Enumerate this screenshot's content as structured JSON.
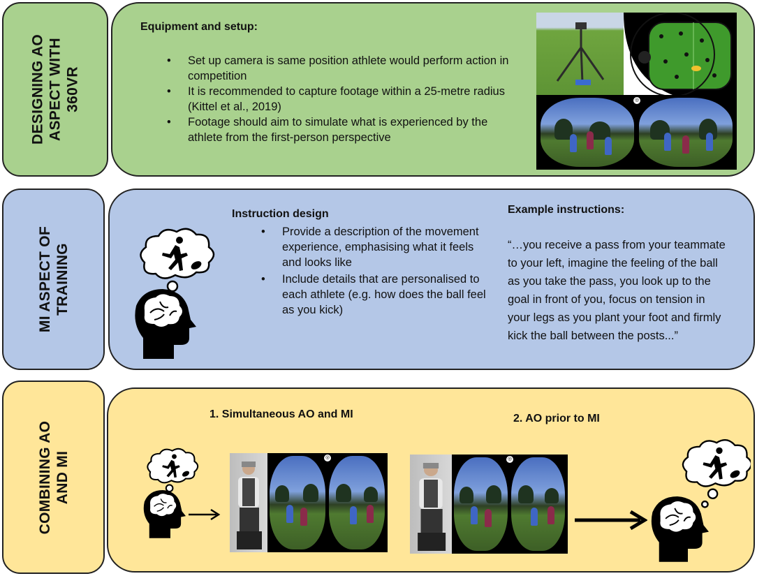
{
  "rows": [
    {
      "label_lines": [
        "DESIGNING AO",
        "ASPECT WITH",
        "360VR"
      ]
    },
    {
      "label_lines": [
        "MI ASPECT OF",
        "TRAINING"
      ]
    },
    {
      "label_lines": [
        "COMBINING AO",
        "AND MI"
      ]
    }
  ],
  "design": {
    "heading": "Equipment and setup:",
    "bullets": [
      "Set up camera is same position athlete would perform action in competition",
      "It is recommended to capture footage within a 25-metre radius (Kittel et al., 2019)",
      "Footage should aim to simulate what is experienced by the athlete from the first-person perspective"
    ]
  },
  "mi": {
    "heading": "Instruction design",
    "bullets": [
      "Provide a description of the movement experience, emphasising what it feels and looks like",
      "Include details that are personalised to each athlete (e.g. how does the ball feel as you kick)"
    ],
    "example_heading": "Example instructions:",
    "example_text": "“…you receive a pass from your teammate to your left, imagine the feeling of the ball as you take the pass, you look up to the goal in front of you, focus on tension in your legs as you plant your foot and firmly kick the ball between the posts...”"
  },
  "combining": {
    "option1": "1. Simultaneous AO and MI",
    "option2": "2. AO prior to MI"
  },
  "icons": [
    "head-brain-icon",
    "thought-cloud-icon",
    "running-figure-icon",
    "arrow-right-icon",
    "vr-headset-logo-icon"
  ],
  "colors": {
    "green_panel": "#a9d18e",
    "blue_panel": "#b4c7e7",
    "yellow_panel": "#ffe699",
    "field_green": "#3f9a2c",
    "border": "#222222"
  }
}
